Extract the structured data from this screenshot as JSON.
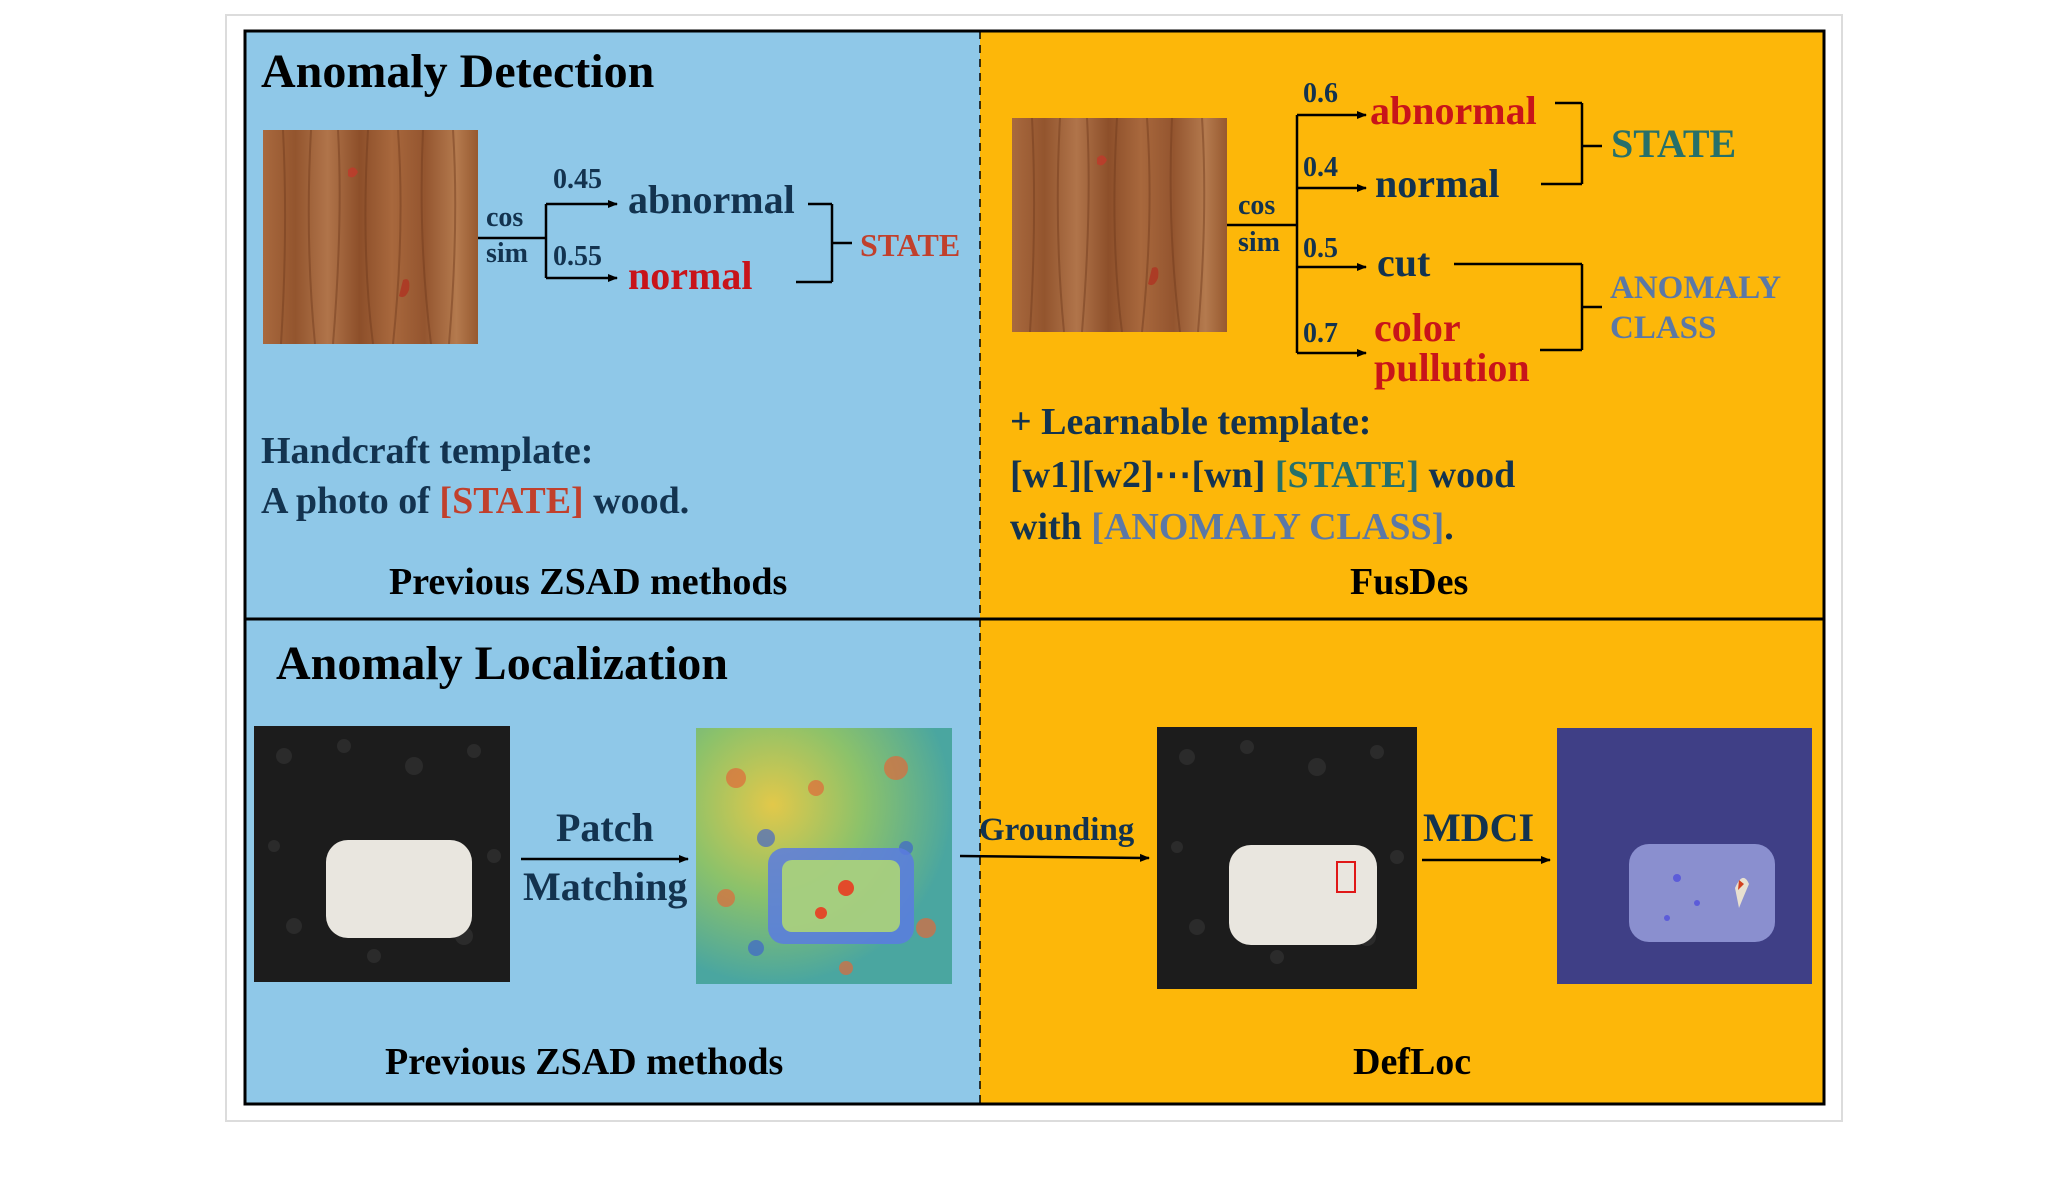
{
  "detection": {
    "title": "Anomaly Detection",
    "left": {
      "cos": "cos",
      "sim": "sim",
      "score_abnormal": "0.45",
      "score_normal": "0.55",
      "label_abnormal": "abnormal",
      "label_normal": "normal",
      "group_label": "STATE",
      "template_heading": "Handcraft template:",
      "template_prefix": "A photo of ",
      "template_state": "[STATE]",
      "template_suffix": " wood.",
      "caption": "Previous ZSAD methods"
    },
    "right": {
      "cos": "cos",
      "sim": "sim",
      "score_abnormal": "0.6",
      "score_normal": "0.4",
      "score_cut": "0.5",
      "score_color": "0.7",
      "label_abnormal": "abnormal",
      "label_normal": "normal",
      "label_cut": "cut",
      "label_color_1": "color",
      "label_color_2": "pullution",
      "group_state": "STATE",
      "group_anomaly_1": "ANOMALY",
      "group_anomaly_2": "CLASS",
      "template_heading": "+ Learnable template:",
      "template_line1_prefix": "[w1][w2]⋯[wn] ",
      "template_line1_state": "[STATE]",
      "template_line1_suffix": " wood",
      "template_line2_prefix": "with ",
      "template_line2_class": "[ANOMALY CLASS]",
      "template_line2_suffix": ".",
      "caption": "FusDes"
    }
  },
  "localization": {
    "title": "Anomaly Localization",
    "patch_1": "Patch",
    "patch_2": "Matching",
    "grounding": "Grounding",
    "mdci": "MDCI",
    "caption_left": "Previous ZSAD methods",
    "caption_right": "DefLoc"
  },
  "colors": {
    "panel_blue": "#8fc8e8",
    "panel_orange": "#fdb709",
    "navy_text": "#13334f",
    "red_text": "#c8141a",
    "teal_text": "#26706a",
    "slate_text": "#5b78a6"
  }
}
